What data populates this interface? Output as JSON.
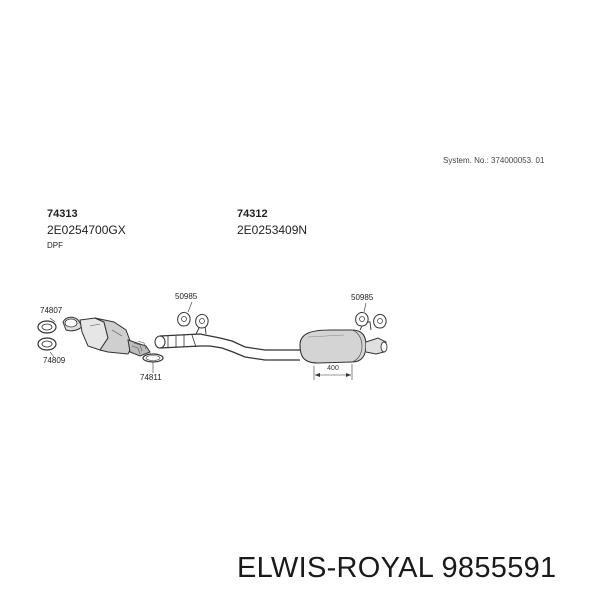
{
  "system_number": "System. No.: 374000053. 01",
  "parts": [
    {
      "number": "74313",
      "code": "2E0254700GX",
      "note": "DPF"
    },
    {
      "number": "74312",
      "code": "2E0253409N"
    }
  ],
  "callouts": {
    "c74807": "74807",
    "c74809": "74809",
    "c50985_left": "50985",
    "c50985_right": "50985",
    "c74811": "74811"
  },
  "dimension": "400",
  "footer": "ELWIS-ROYAL 9855591"
}
